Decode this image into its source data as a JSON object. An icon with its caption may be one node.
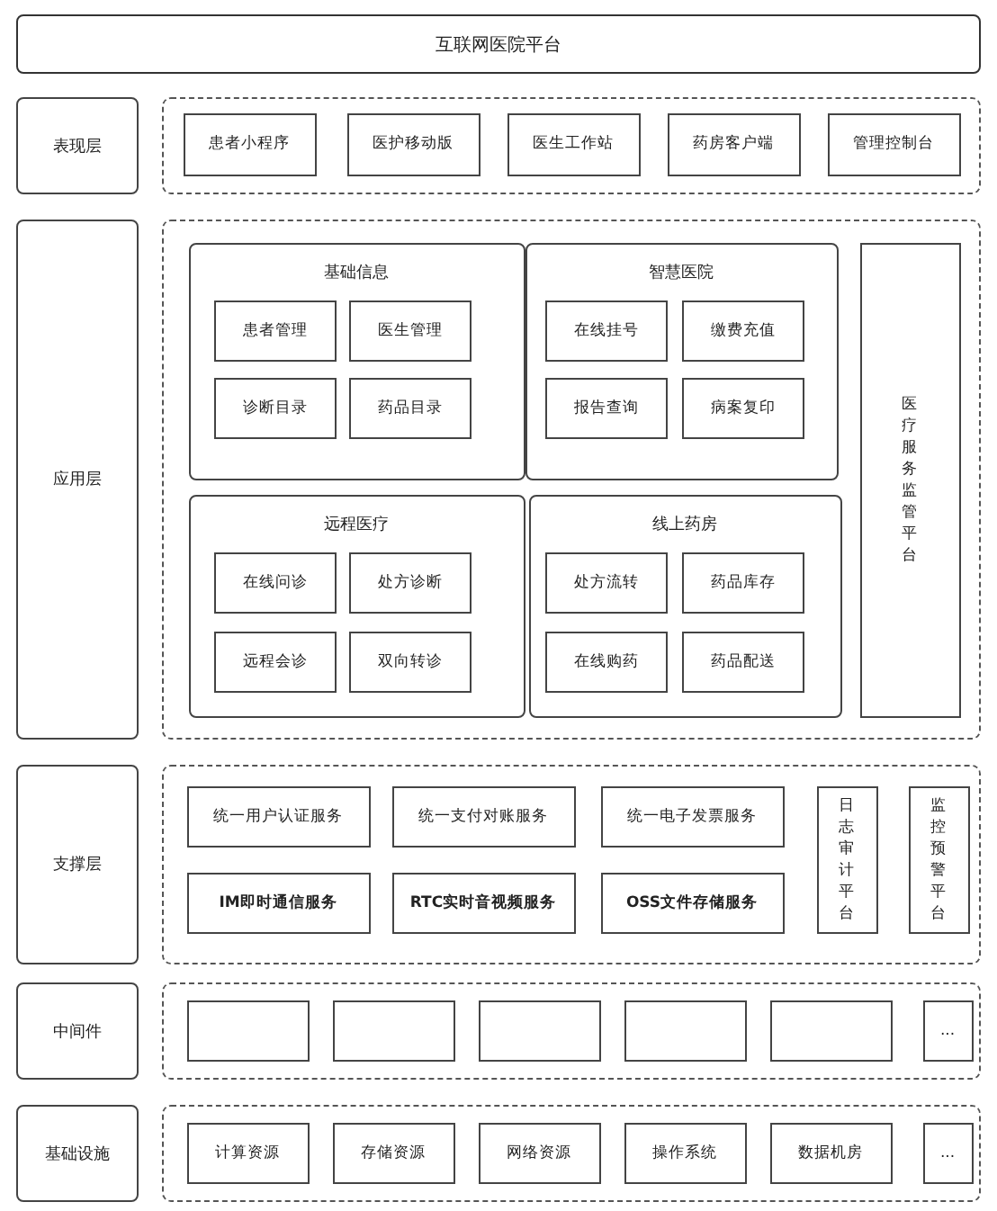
{
  "diagram": {
    "nodes": [
      {
        "text": [
          "互联网医院平台"
        ]
      },
      {
        "text": [
          "表现层"
        ]
      },
      {
        "text": [],
        "shape": "box"
      },
      {
        "text": [
          "患者小程序"
        ],
        "in": 2
      },
      {
        "text": [
          "医护移动版"
        ],
        "in": 2
      },
      {
        "text": [
          "医生工作站"
        ],
        "in": 2
      },
      {
        "text": [
          "药房客户端"
        ],
        "in": 2
      },
      {
        "text": [
          "管理控制台"
        ],
        "in": 2
      },
      {
        "text": [
          "应用层"
        ]
      },
      {
        "text": [],
        "shape": "box"
      },
      {
        "text": [
          "基础信息"
        ],
        "in": 9
      },
      {
        "text": [
          "患者管理"
        ],
        "in": 10
      },
      {
        "text": [
          "医生管理"
        ],
        "in": 10
      },
      {
        "text": [
          "诊断目录"
        ],
        "in": 10
      },
      {
        "text": [
          "药品目录"
        ],
        "in": 10
      },
      {
        "text": [
          "智慧医院"
        ],
        "in": 9
      },
      {
        "text": [
          "在线挂号"
        ],
        "in": 15
      },
      {
        "text": [
          "缴费充值"
        ],
        "in": 15
      },
      {
        "text": [
          "报告查询"
        ],
        "in": 15
      },
      {
        "text": [
          "病案复印"
        ],
        "in": 15
      },
      {
        "text": [
          "远程医疗"
        ],
        "in": 9
      },
      {
        "text": [
          "在线问诊"
        ],
        "in": 20
      },
      {
        "text": [
          "处方诊断"
        ],
        "in": 20
      },
      {
        "text": [
          "远程会诊"
        ],
        "in": 20
      },
      {
        "text": [
          "双向转诊"
        ],
        "in": 20
      },
      {
        "text": [
          "线上药房"
        ],
        "in": 9
      },
      {
        "text": [
          "处方流转"
        ],
        "in": 25
      },
      {
        "text": [
          "药品库存"
        ],
        "in": 25
      },
      {
        "text": [
          "在线购药"
        ],
        "in": 25
      },
      {
        "text": [
          "药品配送"
        ],
        "in": 25
      },
      {
        "text": [
          "医疗服务监管平台"
        ],
        "in": 9
      },
      {
        "text": [
          "支撑层"
        ]
      },
      {
        "text": [],
        "shape": "box"
      },
      {
        "text": [
          "统一用户认证服务"
        ],
        "in": 32
      },
      {
        "text": [
          "统一支付对账服务"
        ],
        "in": 32
      },
      {
        "text": [
          "统一电子发票服务"
        ],
        "in": 32
      },
      {
        "text": [
          "IM即时通信服务"
        ],
        "in": 32
      },
      {
        "text": [
          "RTC实时音视频服务"
        ],
        "in": 32
      },
      {
        "text": [
          "OSS文件存储服务"
        ],
        "in": 32
      },
      {
        "text": [
          "日志审计平台"
        ],
        "in": 32
      },
      {
        "text": [
          "监控预警平台"
        ],
        "in": 32
      },
      {
        "text": [
          "中间件"
        ]
      },
      {
        "text": [],
        "shape": "box"
      },
      {
        "text": [],
        "shape": "box",
        "in": 42
      },
      {
        "text": [],
        "shape": "box",
        "in": 42
      },
      {
        "text": [],
        "shape": "box",
        "in": 42
      },
      {
        "text": [],
        "shape": "box",
        "in": 42
      },
      {
        "text": [],
        "shape": "box",
        "in": 42
      },
      {
        "text": [
          "..."
        ],
        "in": 42
      },
      {
        "text": [
          "基础设施"
        ]
      },
      {
        "text": [],
        "shape": "box"
      },
      {
        "text": [
          "计算资源"
        ],
        "in": 50
      },
      {
        "text": [
          "存储资源"
        ],
        "in": 50
      },
      {
        "text": [
          "网络资源"
        ],
        "in": 50
      },
      {
        "text": [
          "操作系统"
        ],
        "in": 50
      },
      {
        "text": [
          "数据机房"
        ],
        "in": 50
      },
      {
        "text": [
          "..."
        ],
        "in": 50
      }
    ]
  }
}
